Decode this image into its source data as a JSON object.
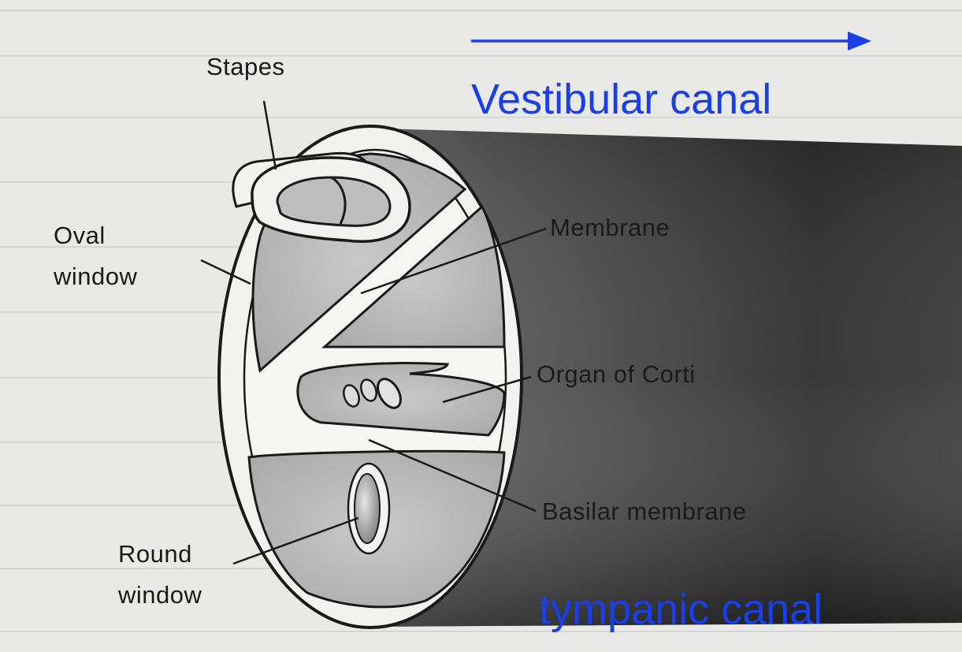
{
  "labels": {
    "stapes": "Stapes",
    "oval_window_line1": "Oval",
    "oval_window_line2": "window",
    "membrane": "Membrane",
    "organ_of_corti": "Organ of Corti",
    "basilar_membrane": "Basilar membrane",
    "round_window_line1": "Round",
    "round_window_line2": "window"
  },
  "annotations": {
    "vestibular_canal": "Vestibular canal",
    "tympanic_canal": "tympanic canal"
  },
  "colors": {
    "annotation_blue": "#1a3ee8",
    "background": "#e9e9e7",
    "tube_dark": "#2a2a2a",
    "line": "#1a1a1a"
  }
}
